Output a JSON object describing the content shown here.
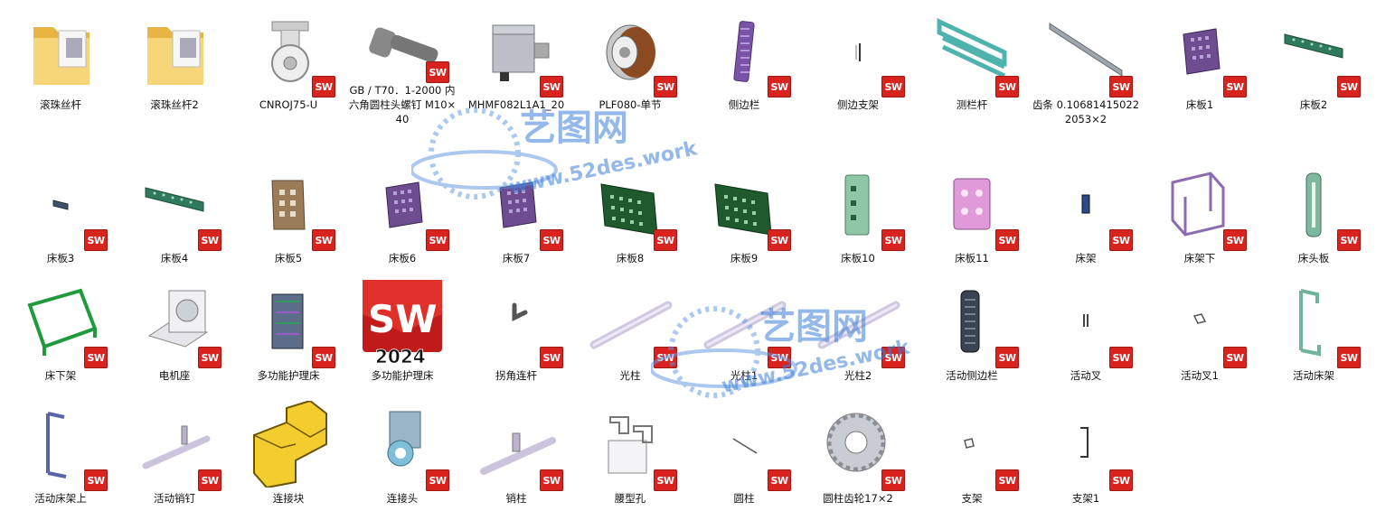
{
  "files": [
    {
      "label": "滚珠丝杆",
      "icon": "folder-icon"
    },
    {
      "label": "滚珠丝杆2",
      "icon": "folder-icon"
    },
    {
      "label": "CNROJ75-U",
      "icon": "caster-wheel-icon",
      "badge": "SW"
    },
    {
      "label": "GB / T70．1-2000 内六角圆柱头螺钉 M10×40",
      "icon": "bolt-icon",
      "badge": "SW"
    },
    {
      "label": "MHMF082L1A1_20",
      "icon": "servo-motor-icon",
      "badge": "SW"
    },
    {
      "label": "PLF080-单节",
      "icon": "gearbox-icon",
      "badge": "SW"
    },
    {
      "label": "侧边栏",
      "icon": "side-rail-icon",
      "badge": "SW"
    },
    {
      "label": "侧边支架",
      "icon": "small-bracket-icon",
      "badge": "SW"
    },
    {
      "label": "测栏杆",
      "icon": "rail-frame-icon",
      "badge": "SW"
    },
    {
      "label": "齿条 0.106814150222053×2",
      "icon": "rack-icon",
      "badge": "SW"
    },
    {
      "label": "床板1",
      "icon": "plate-purple-icon",
      "badge": "SW"
    },
    {
      "label": "床板2",
      "icon": "plate-green-icon",
      "badge": "SW"
    },
    {
      "label": "床板3",
      "icon": "plate-small-icon",
      "badge": "SW"
    },
    {
      "label": "床板4",
      "icon": "plate-green-icon",
      "badge": "SW"
    },
    {
      "label": "床板5",
      "icon": "plate-brown-icon",
      "badge": "SW"
    },
    {
      "label": "床板6",
      "icon": "plate-purple-icon",
      "badge": "SW"
    },
    {
      "label": "床板7",
      "icon": "plate-purple-icon",
      "badge": "SW"
    },
    {
      "label": "床板8",
      "icon": "plate-darkgreen-icon",
      "badge": "SW"
    },
    {
      "label": "床板9",
      "icon": "plate-darkgreen-icon",
      "badge": "SW"
    },
    {
      "label": "床板10",
      "icon": "plate-mint-icon",
      "badge": "SW"
    },
    {
      "label": "床板11",
      "icon": "plate-pink-icon",
      "badge": "SW"
    },
    {
      "label": "床架",
      "icon": "bed-frame-small-icon",
      "badge": "SW"
    },
    {
      "label": "床架下",
      "icon": "bed-frame-lower-icon",
      "badge": "SW"
    },
    {
      "label": "床头板",
      "icon": "headboard-icon",
      "badge": "SW"
    },
    {
      "label": "床下架",
      "icon": "under-frame-icon",
      "badge": "SW"
    },
    {
      "label": "电机座",
      "icon": "motor-mount-icon",
      "badge": "SW"
    },
    {
      "label": "多功能护理床",
      "icon": "assembly-icon",
      "badge": "SW"
    },
    {
      "label": "多功能护理床",
      "icon": "solidworks-2024-icon",
      "badge": ""
    },
    {
      "label": "拐角连杆",
      "icon": "corner-link-icon",
      "badge": "SW"
    },
    {
      "label": "光柱",
      "icon": "shaft-icon",
      "badge": "SW"
    },
    {
      "label": "光柱1",
      "icon": "shaft-icon",
      "badge": "SW"
    },
    {
      "label": "光柱2",
      "icon": "shaft-icon",
      "badge": "SW"
    },
    {
      "label": "活动侧边栏",
      "icon": "side-rail-dark-icon",
      "badge": "SW"
    },
    {
      "label": "活动叉",
      "icon": "fork-icon",
      "badge": "SW"
    },
    {
      "label": "活动叉1",
      "icon": "fork-small-icon",
      "badge": "SW"
    },
    {
      "label": "活动床架",
      "icon": "movable-frame-icon",
      "badge": "SW"
    },
    {
      "label": "活动床架上",
      "icon": "movable-frame-upper-icon",
      "badge": "SW"
    },
    {
      "label": "活动销钉",
      "icon": "pin-icon",
      "badge": "SW"
    },
    {
      "label": "连接块",
      "icon": "connector-block-icon",
      "badge": ""
    },
    {
      "label": "连接头",
      "icon": "connector-head-icon",
      "badge": "SW"
    },
    {
      "label": "销柱",
      "icon": "pin-shaft-icon",
      "badge": "SW"
    },
    {
      "label": "腰型孔",
      "icon": "slot-hole-icon",
      "badge": "SW"
    },
    {
      "label": "圆柱",
      "icon": "cylinder-icon",
      "badge": "SW"
    },
    {
      "label": "圆柱齿轮17×2",
      "icon": "gear-icon",
      "badge": "SW"
    },
    {
      "label": "支架",
      "icon": "bracket-icon",
      "badge": "SW"
    },
    {
      "label": "支架1",
      "icon": "bracket-hook-icon",
      "badge": "SW"
    }
  ],
  "watermark": {
    "brand": "艺图网",
    "url": "www.52des.work"
  },
  "colors": {
    "sw_red": "#d9231f",
    "folder": "#f3c85a",
    "watermark": "#3e7fd8"
  }
}
